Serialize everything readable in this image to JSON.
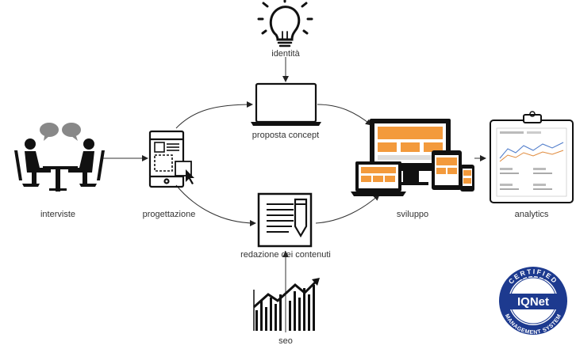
{
  "nodes": {
    "identita": "identità",
    "interviste": "interviste",
    "progettazione": "progettazione",
    "proposta": "proposta concept",
    "redazione": "redazione dei contenuti",
    "sviluppo": "sviluppo",
    "analytics": "analytics",
    "seo": "seo"
  },
  "badge": {
    "top_text": "CERTIFIED",
    "bottom_text": "MANAGEMENT SYSTEM",
    "brand": "IQNet"
  },
  "colors": {
    "accent": "#f39a3c",
    "ink": "#111111",
    "badge_blue": "#1d3a8f"
  },
  "icons": [
    "lightbulb-icon",
    "interview-icon",
    "wireframe-icon",
    "laptop-icon",
    "content-doc-icon",
    "devices-icon",
    "clipboard-chart-icon",
    "growth-chart-icon",
    "certification-seal"
  ]
}
